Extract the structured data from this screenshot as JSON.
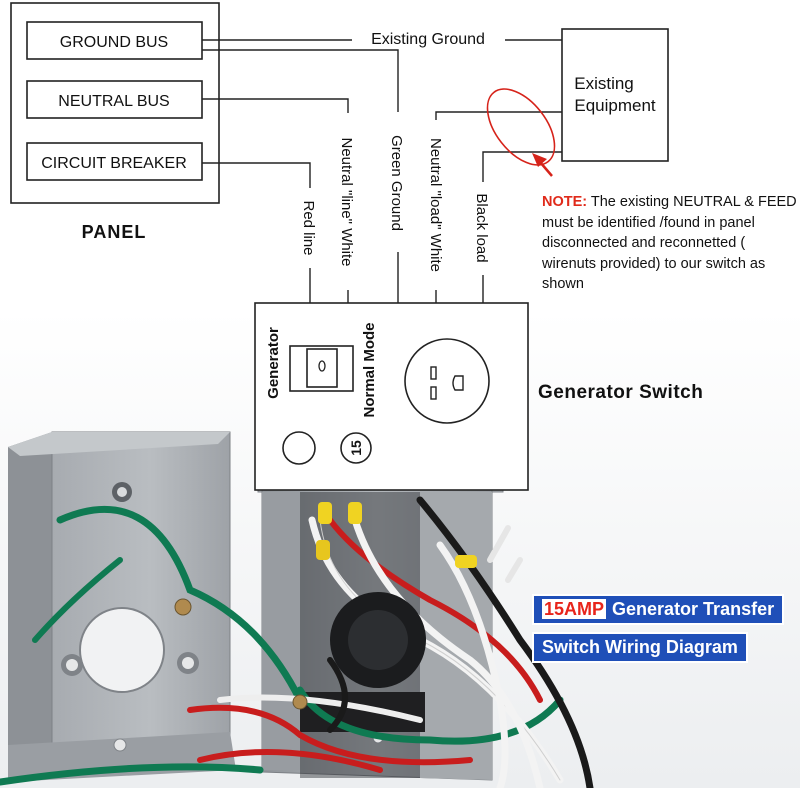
{
  "panel": {
    "title": "PANEL",
    "ground_bus": "GROUND BUS",
    "neutral_bus": "NEUTRAL BUS",
    "circuit_breaker": "CIRCUIT BREAKER"
  },
  "equipment": {
    "line1": "Existing",
    "line2": "Equipment"
  },
  "wires": {
    "existing_ground": "Existing Ground",
    "red_line": "Red line",
    "neutral_line_white": "Neutral \"line\" White",
    "green_ground": "Green Ground",
    "neutral_load_white": "Neutral \"load\" White",
    "black_load": "Black load"
  },
  "note": {
    "label": "NOTE:",
    "text": "The existing NEUTRAL & FEED must be identified /found in panel disconnected and reconnetted ( wirenuts provided) to our switch as shown"
  },
  "switch": {
    "title": "Generator Switch",
    "generator_label": "Generator",
    "normal_label": "Normal Mode",
    "amp_badge": "15"
  },
  "banner": {
    "highlight": "15AMP",
    "line1_rest": "Generator Transfer",
    "line2": "Switch Wiring Diagram"
  },
  "colors": {
    "note_red": "#e02a1a",
    "banner_blue": "#1f4fb8",
    "box_gray": "#9ea3a8"
  }
}
